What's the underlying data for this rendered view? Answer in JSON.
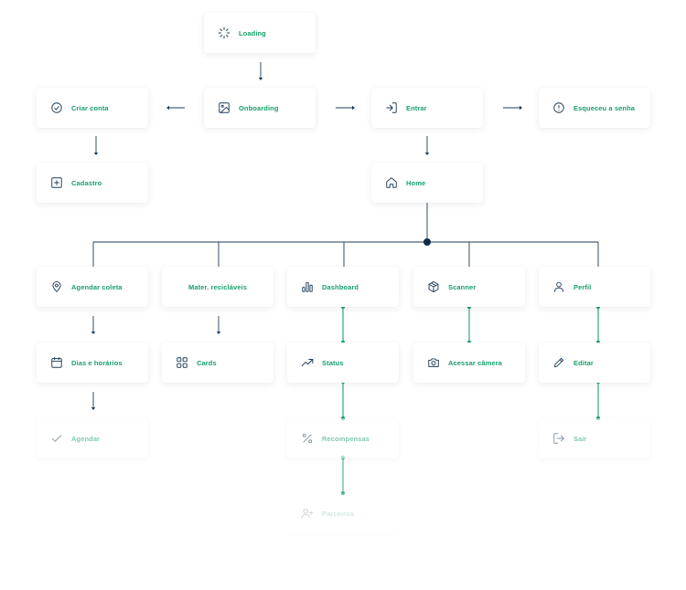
{
  "colors": {
    "accent": "#17a06b",
    "line": "#1f3b57",
    "icon": "#1f3b57",
    "green_line": "#17a06b"
  },
  "nodes": [
    {
      "id": "loading",
      "label": "Loading",
      "icon": "loading-icon"
    },
    {
      "id": "criar",
      "label": "Criar conta",
      "icon": "check-circle-icon"
    },
    {
      "id": "onboarding",
      "label": "Onboarding",
      "icon": "image-icon"
    },
    {
      "id": "entrar",
      "label": "Entrar",
      "icon": "login-icon"
    },
    {
      "id": "esqueceu",
      "label": "Esqueceu a senha",
      "icon": "alert-circle-icon"
    },
    {
      "id": "cadastro",
      "label": "Cadastro",
      "icon": "plus-square-icon"
    },
    {
      "id": "home",
      "label": "Home",
      "icon": "home-icon"
    },
    {
      "id": "agendar_coleta",
      "label": "Agendar coleta",
      "icon": "map-pin-icon"
    },
    {
      "id": "materiais",
      "label": "Mater. recicláveis",
      "icon": ""
    },
    {
      "id": "dashboard",
      "label": "Dashboard",
      "icon": "bar-chart-icon"
    },
    {
      "id": "scanner",
      "label": "Scanner",
      "icon": "box-icon"
    },
    {
      "id": "perfil",
      "label": "Perfil",
      "icon": "user-icon"
    },
    {
      "id": "dias",
      "label": "Dias e horários",
      "icon": "calendar-icon"
    },
    {
      "id": "cards",
      "label": "Cards",
      "icon": "grid-icon"
    },
    {
      "id": "status",
      "label": "Status",
      "icon": "trending-up-icon"
    },
    {
      "id": "camera",
      "label": "Acessar câmera",
      "icon": "camera-icon"
    },
    {
      "id": "editar",
      "label": "Editar",
      "icon": "pencil-icon"
    },
    {
      "id": "agendar",
      "label": "Agendar",
      "icon": "check-icon"
    },
    {
      "id": "recompensas",
      "label": "Recompensas",
      "icon": "percent-icon"
    },
    {
      "id": "sair",
      "label": "Sair",
      "icon": "logout-icon"
    },
    {
      "id": "parceiros",
      "label": "Parceiros",
      "icon": "user-plus-icon"
    }
  ]
}
